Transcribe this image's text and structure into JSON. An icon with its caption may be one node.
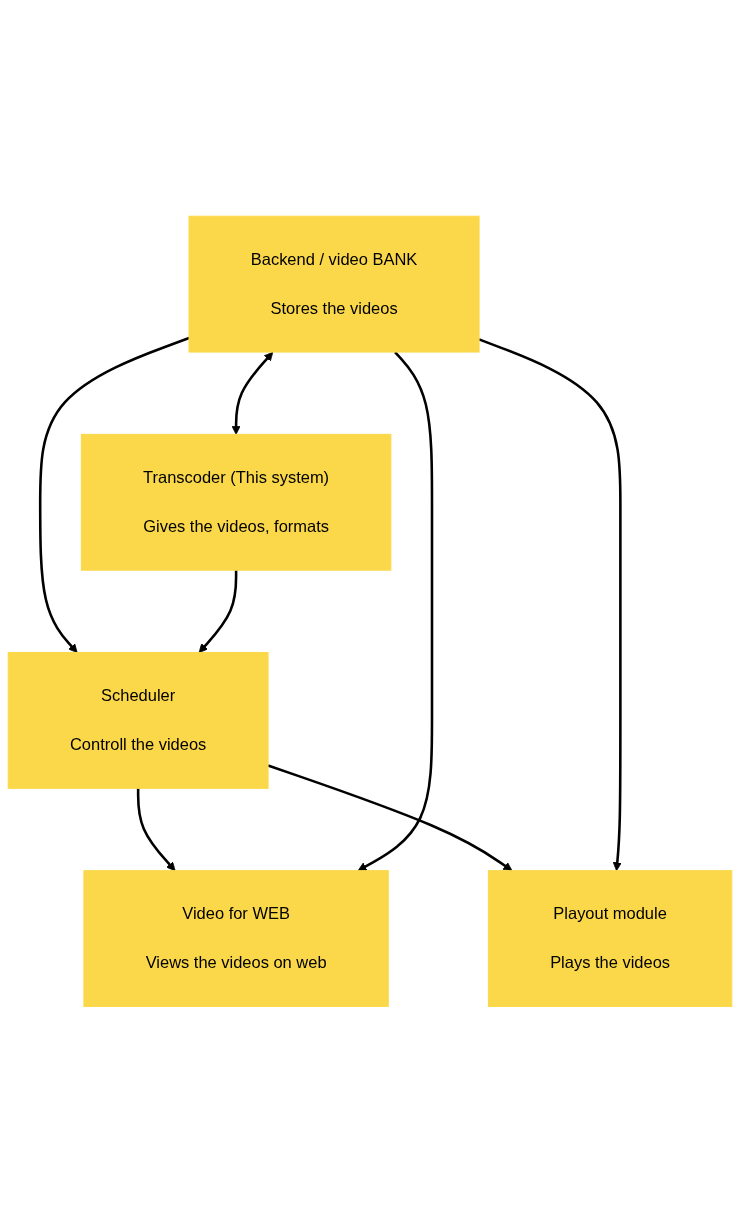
{
  "diagram": {
    "nodes": [
      {
        "text": [
          "Backend / video BANK",
          "Stores the videos"
        ]
      },
      {
        "text": [
          "Transcoder (This system)",
          "Gives the videos, formats"
        ]
      },
      {
        "text": [
          "Scheduler",
          "Controll the videos"
        ]
      },
      {
        "text": [
          "Video for WEB",
          "Views the videos on web"
        ]
      },
      {
        "text": [
          "Playout module",
          "Plays the videos"
        ]
      }
    ],
    "edges": [
      {
        "from": 0,
        "to": 1,
        "arrow": "both"
      },
      {
        "from": 0,
        "to": 2,
        "arrow": "to"
      },
      {
        "from": 1,
        "to": 2,
        "arrow": "to"
      },
      {
        "from": 2,
        "to": 3,
        "arrow": "to"
      },
      {
        "from": 2,
        "to": 4,
        "arrow": "to"
      },
      {
        "from": 0,
        "to": 3,
        "arrow": "to"
      },
      {
        "from": 0,
        "to": 4,
        "arrow": "to"
      }
    ]
  }
}
